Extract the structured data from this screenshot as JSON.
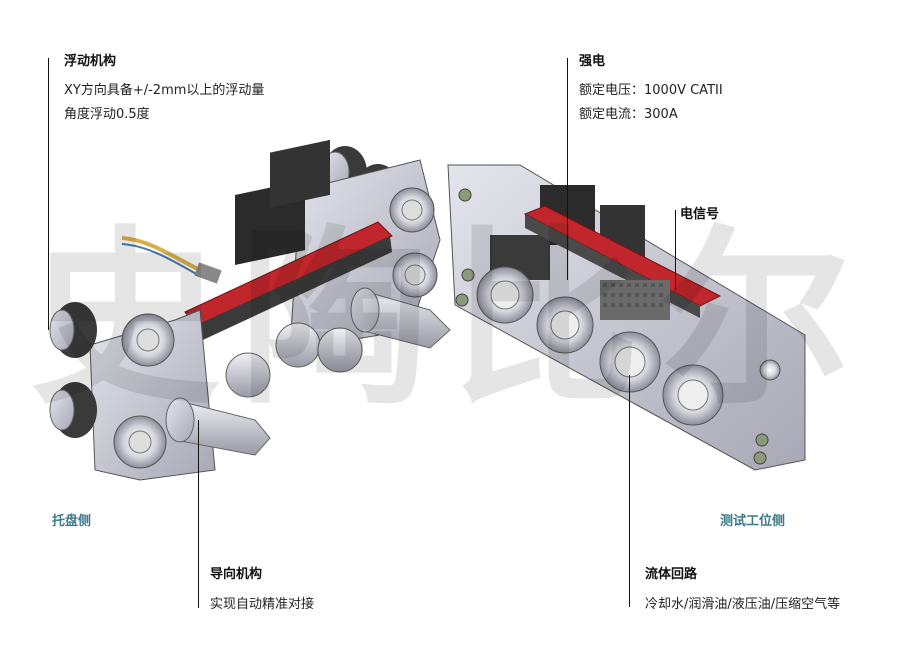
{
  "annotations": {
    "float": {
      "title": "浮动机构",
      "lines": [
        "XY方向具备+/-2mm以上的浮动量",
        "角度浮动0.5度"
      ]
    },
    "power": {
      "title": "强电",
      "lines": [
        "额定电压：1000V CATII",
        "额定电流：300A"
      ]
    },
    "signal": {
      "title": "电信号"
    },
    "guide": {
      "title": "导向机构",
      "lines": [
        "实现自动精准对接"
      ]
    },
    "fluid": {
      "title": "流体回路",
      "lines": [
        "冷却水/润滑油/液压油/压缩空气等"
      ]
    }
  },
  "sides": {
    "tray": "托盘侧",
    "station": "测试工位侧"
  },
  "watermark": "史陶比尔",
  "colors": {
    "side_label": "#3f7a8a",
    "body_metal": "#c9c9d3",
    "contact_bar": "#c0262b",
    "dark_part": "#2b2b2b"
  }
}
